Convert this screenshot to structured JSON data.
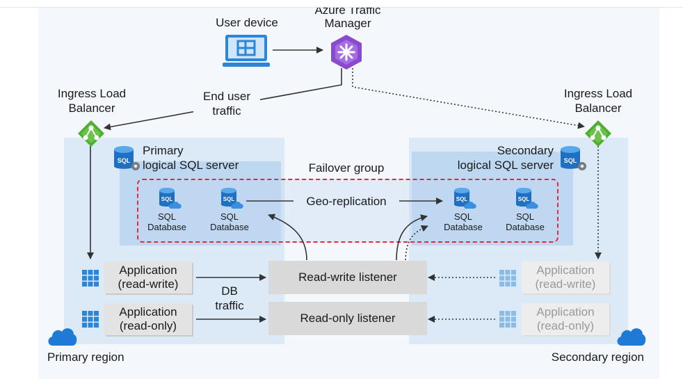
{
  "nodes": {
    "user_device": "User device",
    "traffic_manager_line1": "Azure Traffic",
    "traffic_manager_line2": "Manager",
    "end_user_traffic_line1": "End user",
    "end_user_traffic_line2": "traffic",
    "ingress_left_line1": "Ingress Load",
    "ingress_left_line2": "Balancer",
    "ingress_right_line1": "Ingress Load",
    "ingress_right_line2": "Balancer",
    "primary_server_line1": "Primary",
    "primary_server_line2": "logical SQL server",
    "secondary_server_line1": "Secondary",
    "secondary_server_line2": "logical SQL server",
    "failover_group": "Failover group",
    "geo_replication": "Geo-replication",
    "sql_line1": "SQL",
    "sql_line2": "Database",
    "app_rw_line1": "Application",
    "app_rw_line2": "(read-write)",
    "app_ro_line1": "Application",
    "app_ro_line2": "(read-only)",
    "db_traffic_line1": "DB",
    "db_traffic_line2": "traffic",
    "read_write_listener": "Read-write listener",
    "read_only_listener": "Read-only listener",
    "primary_region": "Primary region",
    "secondary_region": "Secondary region"
  },
  "colors": {
    "region_fill": "#dce9f7",
    "server_fill": "#bfd8f1",
    "failover_border": "#e02a3c",
    "traffic_manager": "#8a4ad0",
    "load_balancer": "#4caf2f",
    "azure_blue": "#0078d4"
  },
  "icons": [
    "monitor-icon",
    "traffic-manager-icon",
    "load-balancer-icon",
    "sql-server-icon",
    "sql-database-icon",
    "app-grid-icon",
    "cloud-icon"
  ]
}
